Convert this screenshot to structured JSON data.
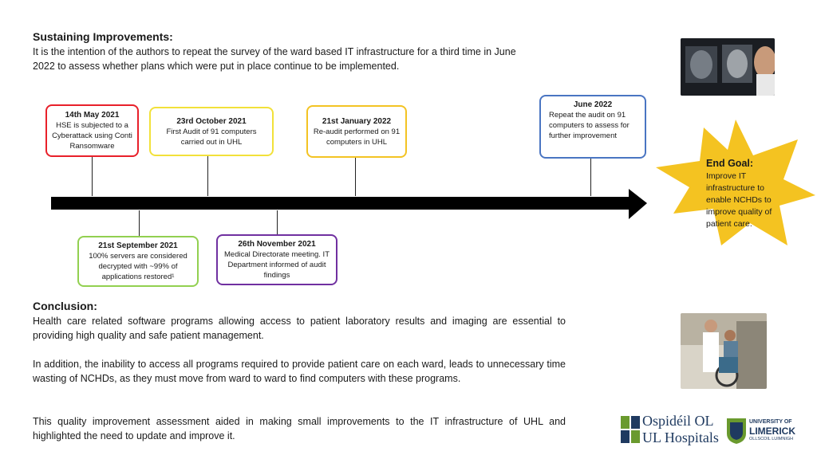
{
  "sustaining": {
    "heading": "Sustaining Improvements:",
    "text": "It is the intention of the authors to repeat the survey of the ward based IT infrastructure for a third time in June 2022 to assess whether plans which were put in place continue to be implemented."
  },
  "timeline": {
    "top": [
      {
        "date": "14th May 2021",
        "desc": "HSE is subjected to a Cyberattack using Conti Ransomware",
        "color": "#e8202a"
      },
      {
        "date": "23rd October 2021",
        "desc": "First Audit of 91 computers carried out in UHL",
        "color": "#f2e13a"
      },
      {
        "date": "21st January 2022",
        "desc": "Re-audit performed on 91 computers in UHL",
        "color": "#f3c323"
      },
      {
        "date": "June 2022",
        "desc": "Repeat the audit on 91 computers to assess for further improvement",
        "color": "#4a75c2"
      }
    ],
    "bottom": [
      {
        "date": "21st September 2021",
        "desc": "100% servers are considered decrypted with ~99% of applications restored¹",
        "color": "#92d050"
      },
      {
        "date": "26th November 2021",
        "desc": "Medical Directorate meeting. IT Department informed of audit findings",
        "color": "#7030a0"
      }
    ],
    "end_goal": {
      "title": "End Goal:",
      "lines": [
        "Improve IT",
        "infrastructure to",
        "enable NCHDs to",
        "improve quality of",
        "patient care."
      ]
    }
  },
  "conclusion": {
    "heading": "Conclusion:",
    "p1": "Health care related software programs allowing access to patient laboratory results and imaging are essential to providing high quality and safe patient management.",
    "p2": "In addition, the inability to access all programs required to provide patient care on each ward, leads to unnecessary time wasting of NCHDs, as they must move from ward to ward to find computers with these programs.",
    "p3": "This quality improvement assessment aided in making small improvements to the IT infrastructure of UHL and highlighted the need to update and improve it."
  },
  "logo": {
    "hospital_line1": "Ospidéil OL",
    "hospital_line2": "UL Hospitals",
    "uni_line1": "UNIVERSITY OF",
    "uni_line2": "LIMERICK",
    "uni_line3": "OLLSCOIL LUIMNIGH"
  },
  "colors": {
    "arrow": "#000000",
    "star": "#f4c321",
    "ul_green": "#6a9a2e",
    "hospital_navy": "#1f3a60"
  },
  "images": [
    "xray-viewing-photo",
    "hospital-wheelchair-photo"
  ]
}
